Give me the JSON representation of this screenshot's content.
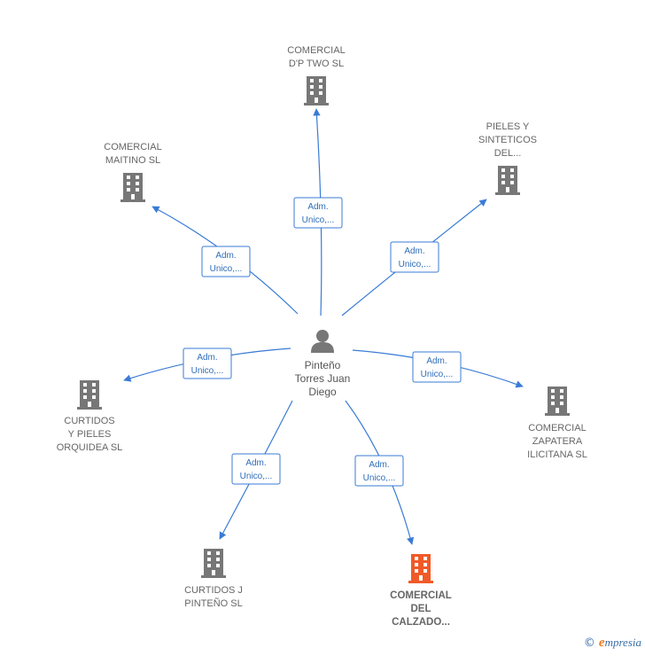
{
  "center": {
    "name_lines": [
      "Pinteño",
      "Torres Juan",
      "Diego"
    ],
    "icon": "person-icon"
  },
  "colors": {
    "edge": "#3a7bd5",
    "company": "#777777",
    "highlight": "#f05a28"
  },
  "nodes": [
    {
      "id": "dp-two",
      "lines": [
        "COMERCIAL",
        "D'P TWO  SL"
      ],
      "role": [
        "Adm.",
        "Unico,..."
      ],
      "highlight": false,
      "icon": "building-icon"
    },
    {
      "id": "pieles-sinteticos",
      "lines": [
        "PIELES Y",
        "SINTETICOS",
        "DEL..."
      ],
      "role": [
        "Adm.",
        "Unico,..."
      ],
      "highlight": false,
      "icon": "building-icon"
    },
    {
      "id": "maitino",
      "lines": [
        "COMERCIAL",
        "MAITINO  SL"
      ],
      "role": [
        "Adm.",
        "Unico,..."
      ],
      "highlight": false,
      "icon": "building-icon"
    },
    {
      "id": "curtidos-orquidea",
      "lines": [
        "CURTIDOS",
        "Y PIELES",
        "ORQUIDEA  SL"
      ],
      "role": [
        "Adm.",
        "Unico,..."
      ],
      "highlight": false,
      "icon": "building-icon"
    },
    {
      "id": "zapatera",
      "lines": [
        "COMERCIAL",
        "ZAPATERA",
        "ILICITANA  SL"
      ],
      "role": [
        "Adm.",
        "Unico,..."
      ],
      "highlight": false,
      "icon": "building-icon"
    },
    {
      "id": "curtidos-j",
      "lines": [
        "CURTIDOS J",
        "PINTEÑO  SL"
      ],
      "role": [
        "Adm.",
        "Unico,..."
      ],
      "highlight": false,
      "icon": "building-icon"
    },
    {
      "id": "calzado",
      "lines": [
        "COMERCIAL",
        "DEL",
        "CALZADO..."
      ],
      "role": [
        "Adm.",
        "Unico,..."
      ],
      "highlight": true,
      "icon": "building-icon"
    }
  ],
  "footer": {
    "copyright": "©",
    "brand_first": "e",
    "brand_rest": "mpresia"
  }
}
